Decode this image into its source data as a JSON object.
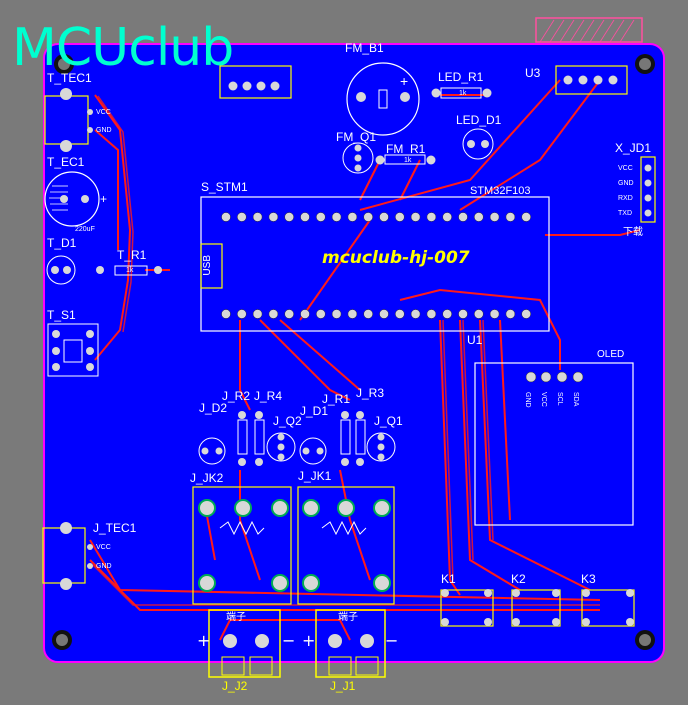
{
  "brand": "MCUclub",
  "board_id": "mcuclub-hj-007",
  "mcu": {
    "designator": "S_STM1",
    "part": "STM32F103",
    "port": "USB"
  },
  "components": {
    "buzzer": "FM_B1",
    "fm_q1": "FM_Q1",
    "fm_r1": "FM_R1",
    "led_r1": "LED_R1",
    "led_d1": "LED_D1",
    "u3": "U3",
    "u1": "U1",
    "oled": "OLED",
    "x_jd1": "X_JD1",
    "t_tec1": "T_TEC1",
    "t_ec1": "T_EC1",
    "t_d1": "T_D1",
    "t_r1": "T_R1",
    "t_s1": "T_S1",
    "j_r2": "J_R2",
    "j_r4": "J_R4",
    "j_d2": "J_D2",
    "j_q2": "J_Q2",
    "j_d1": "J_D1",
    "j_r1": "J_R1",
    "j_r3": "J_R3",
    "j_q1": "J_Q1",
    "j_jk2": "J_JK2",
    "j_jk1": "J_JK1",
    "j_tec1": "J_TEC1",
    "j_j2": "J_J2",
    "j_j1": "J_J1",
    "k1": "K1",
    "k2": "K2",
    "k3": "K3"
  },
  "pin_labels": {
    "vcc": "VCC",
    "gnd": "GND",
    "rxd": "RXD",
    "txd": "TXD",
    "download": "下载",
    "terminal": "端子",
    "plus": "+",
    "minus": "−",
    "cap_value": "220uF",
    "resistor_value": "1k",
    "oled_pins": [
      "GND",
      "VCC",
      "SCL",
      "SDA"
    ]
  },
  "colors": {
    "board": "#0000ff",
    "background": "#7a7a7a",
    "copper_trace": "#ff1a1a",
    "silkscreen": "#ffff00",
    "labels": "#ffffff",
    "outline": "#ff00ff",
    "brand": "#00ffd0"
  }
}
